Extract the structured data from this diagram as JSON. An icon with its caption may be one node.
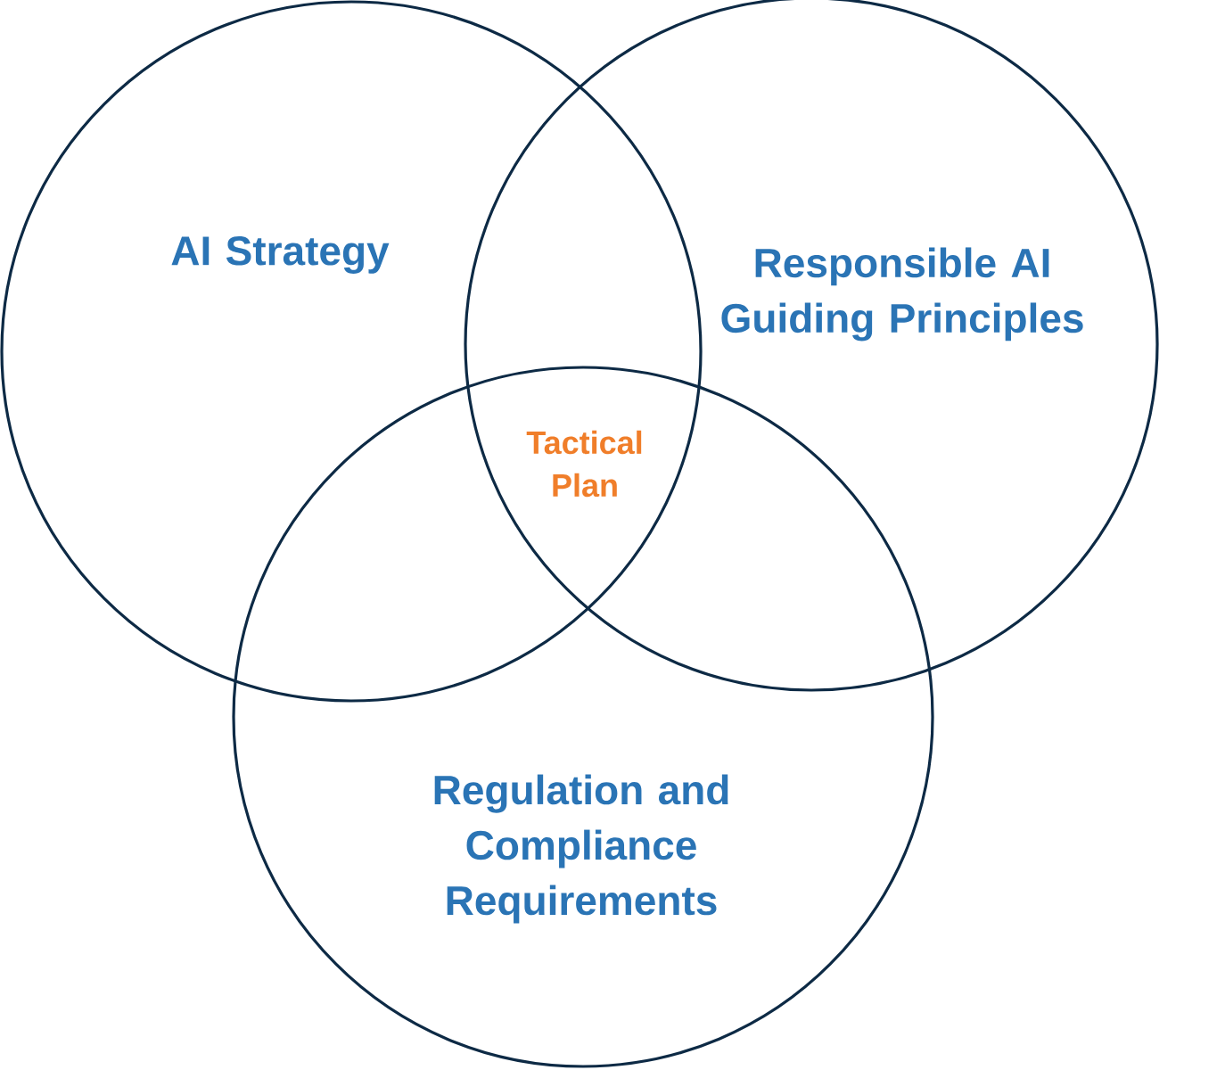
{
  "diagram": {
    "nodes": [
      {
        "text": [
          "AI Strategy"
        ]
      },
      {
        "text": [
          "Responsible AI Guiding Principles"
        ]
      },
      {
        "text": [
          "Regulation and Compliance Requirements"
        ]
      }
    ],
    "labels": [
      "Tactical Plan"
    ]
  }
}
